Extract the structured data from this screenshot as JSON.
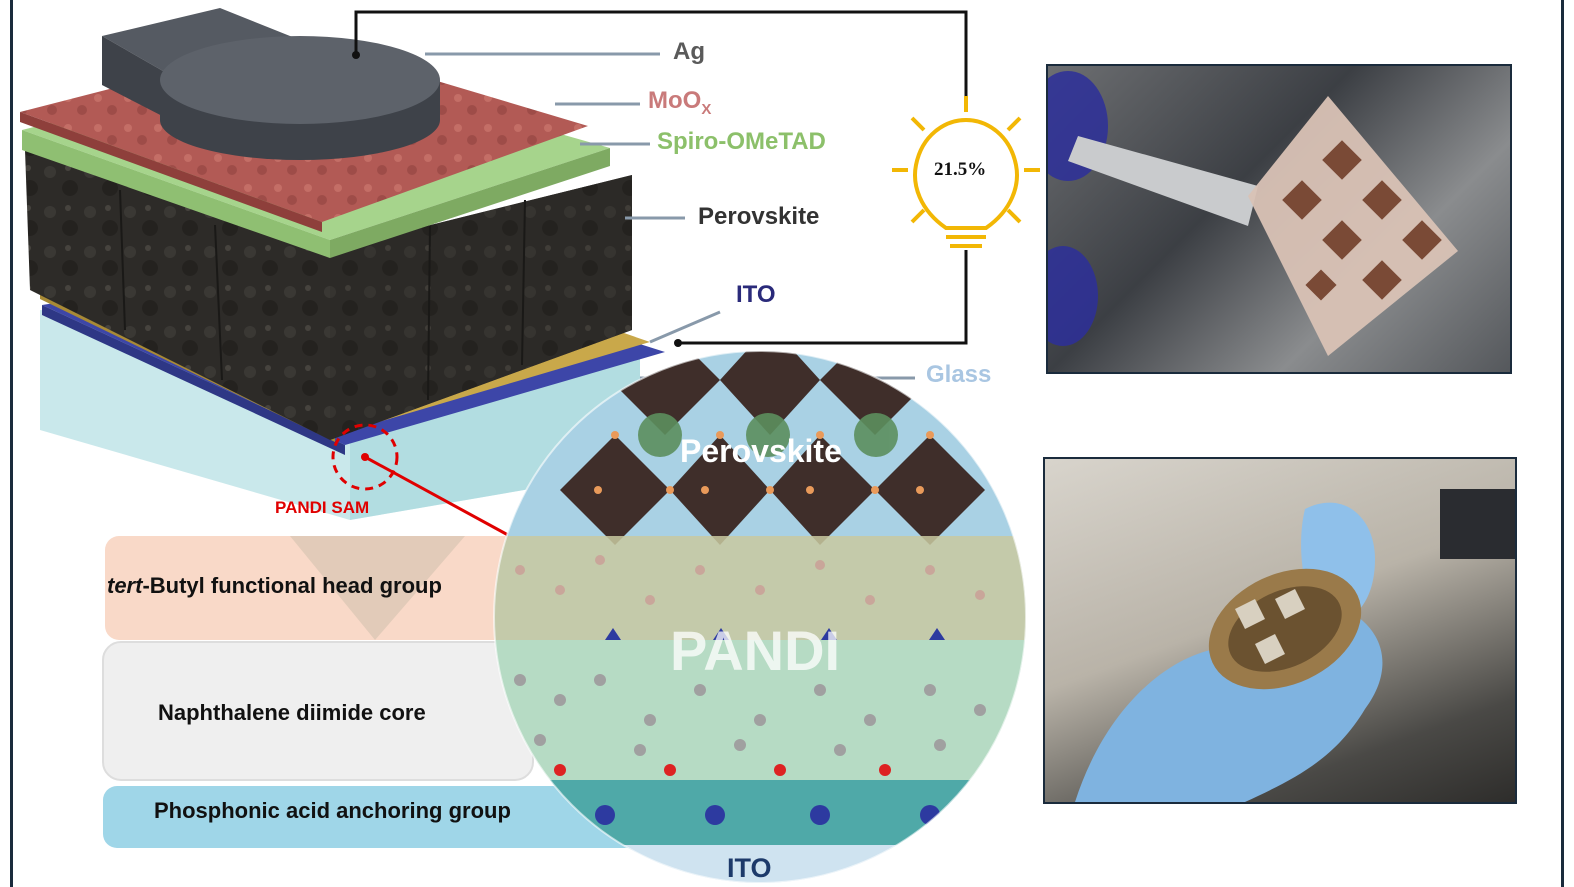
{
  "layers": {
    "ag": "Ag",
    "moox_main": "MoO",
    "moox_sub": "X",
    "spiro": "Spiro-OMeTAD",
    "perovskite": "Perovskite",
    "ito": "ITO",
    "glass": "Glass",
    "pandi_sam": "PANDI SAM"
  },
  "efficiency": "21.5%",
  "zoom": {
    "perovskite": "Perovskite",
    "pandi": "PANDI",
    "ito": "ITO"
  },
  "molecule": {
    "head_italic": "tert",
    "head_rest": "-Butyl functional head group",
    "core": "Naphthalene diimide core",
    "anchor": "Phosphonic acid anchoring group"
  },
  "colors": {
    "ag_label": "#5a5a5a",
    "moox_label": "#c97a7a",
    "spiro_label": "#8cc06a",
    "perovskite_label": "#333333",
    "ito_label": "#2a2a7a",
    "glass_label": "#a9c6e2",
    "pandi_sam_label": "#e00000",
    "bulb": "#f2b705"
  }
}
